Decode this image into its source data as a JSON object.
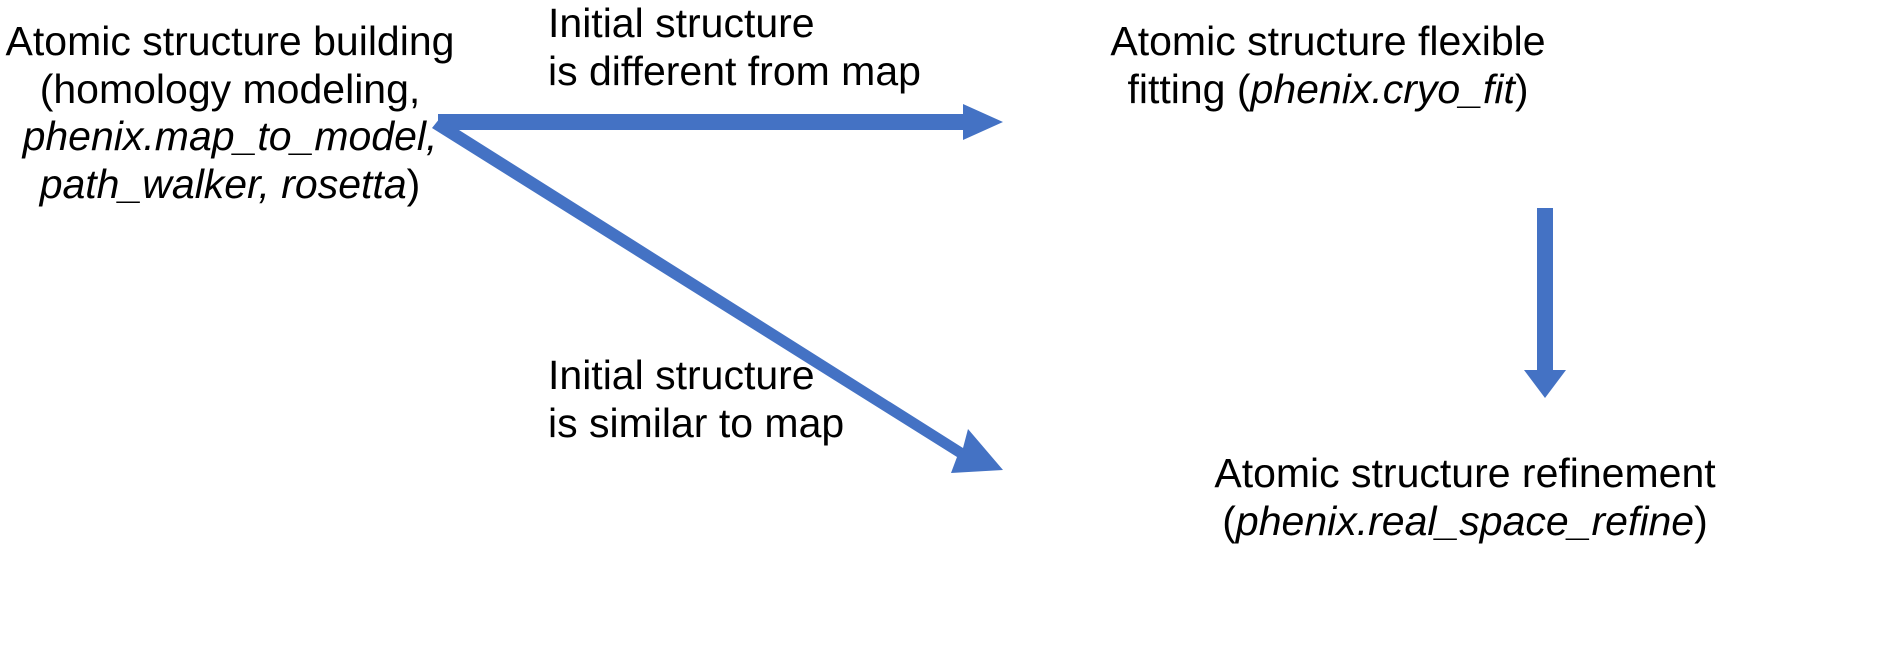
{
  "figure": {
    "type": "flow-diagram",
    "background_color": "#ffffff",
    "text_color": "#000000",
    "arrow_color": "#4472C4"
  },
  "nodes": {
    "building": {
      "name": "atomic-structure-building",
      "lines": [
        {
          "text": "Atomic structure building",
          "italic": false
        },
        {
          "text": "(homology modeling,",
          "italic": false
        },
        {
          "text": "phenix.map_to_model,",
          "italic": true
        },
        {
          "text": "path_walker, rosetta",
          "italic": true
        },
        {
          "text": ")",
          "italic": false
        }
      ],
      "line1": "Atomic structure building",
      "line2": "(homology modeling,",
      "line3": "phenix.map_to_model,",
      "line4_italic": "path_walker, rosetta",
      "line4_tail": ")"
    },
    "flexible_fitting": {
      "name": "atomic-structure-flexible-fitting",
      "line1": "Atomic structure flexible",
      "line2_head": "fitting (",
      "line2_italic": "phenix.cryo_fit",
      "line2_tail": ")"
    },
    "refinement": {
      "name": "atomic-structure-refinement",
      "line1": "Atomic structure refinement",
      "line2_head": "(",
      "line2_italic": "phenix.real_space_refine",
      "line2_tail": ")"
    }
  },
  "edge_labels": {
    "different": {
      "line1": "Initial structure",
      "line2": "is different from map"
    },
    "similar": {
      "line1": "Initial structure",
      "line2": "is similar to map"
    }
  },
  "arrows": [
    {
      "name": "arrow-building-to-flexible-fitting",
      "from": "building",
      "to": "flexible_fitting",
      "direction": "right",
      "color": "#4472C4"
    },
    {
      "name": "arrow-building-to-refinement",
      "from": "building",
      "to": "refinement",
      "direction": "diagonal-down-right",
      "color": "#4472C4"
    },
    {
      "name": "arrow-flexible-fitting-to-refinement",
      "from": "flexible_fitting",
      "to": "refinement",
      "direction": "down",
      "color": "#4472C4"
    }
  ]
}
